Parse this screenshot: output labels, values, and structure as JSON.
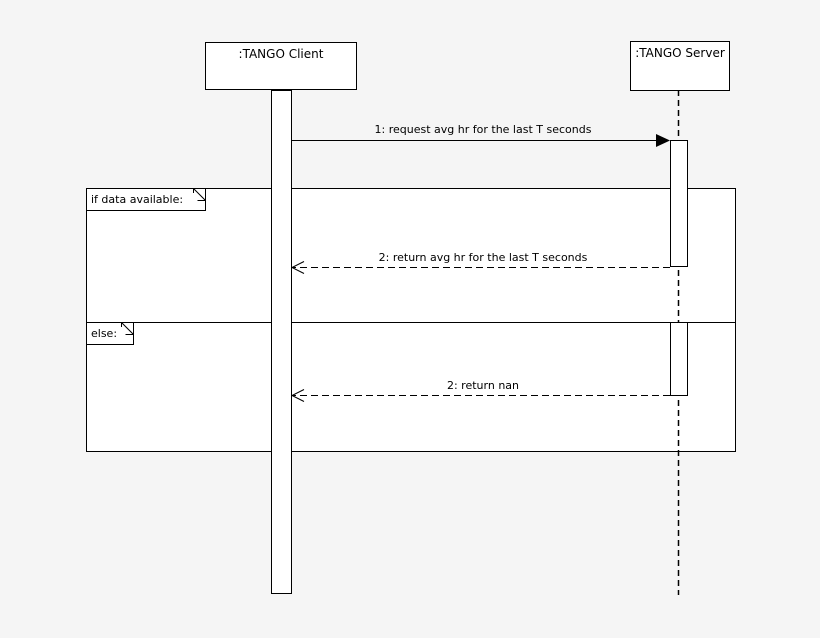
{
  "diagram": {
    "type": "uml-sequence-diagram",
    "colors": {
      "background": "#f5f5f5",
      "shape_fill": "#ffffff",
      "stroke": "#000000",
      "text": "#000000"
    },
    "lifelines": {
      "client": {
        "label": ":TANGO Client",
        "activation": "solid-bar"
      },
      "server": {
        "label": ":TANGO Server",
        "line_style": "dashed"
      }
    },
    "fragments": {
      "if": {
        "label": "if data available:"
      },
      "else": {
        "label": "else:"
      }
    },
    "messages": {
      "request": {
        "label": "1: request avg hr for the last T seconds",
        "type": "synchronous-call",
        "line": "solid",
        "arrowhead": "filled-triangle",
        "from": "client",
        "to": "server"
      },
      "return_avg": {
        "label": "2: return avg hr for the last T seconds",
        "type": "return",
        "line": "dashed",
        "arrowhead": "open",
        "from": "server",
        "to": "client"
      },
      "return_nan": {
        "label": "2: return nan",
        "type": "return",
        "line": "dashed",
        "arrowhead": "open",
        "from": "server",
        "to": "client"
      }
    }
  }
}
